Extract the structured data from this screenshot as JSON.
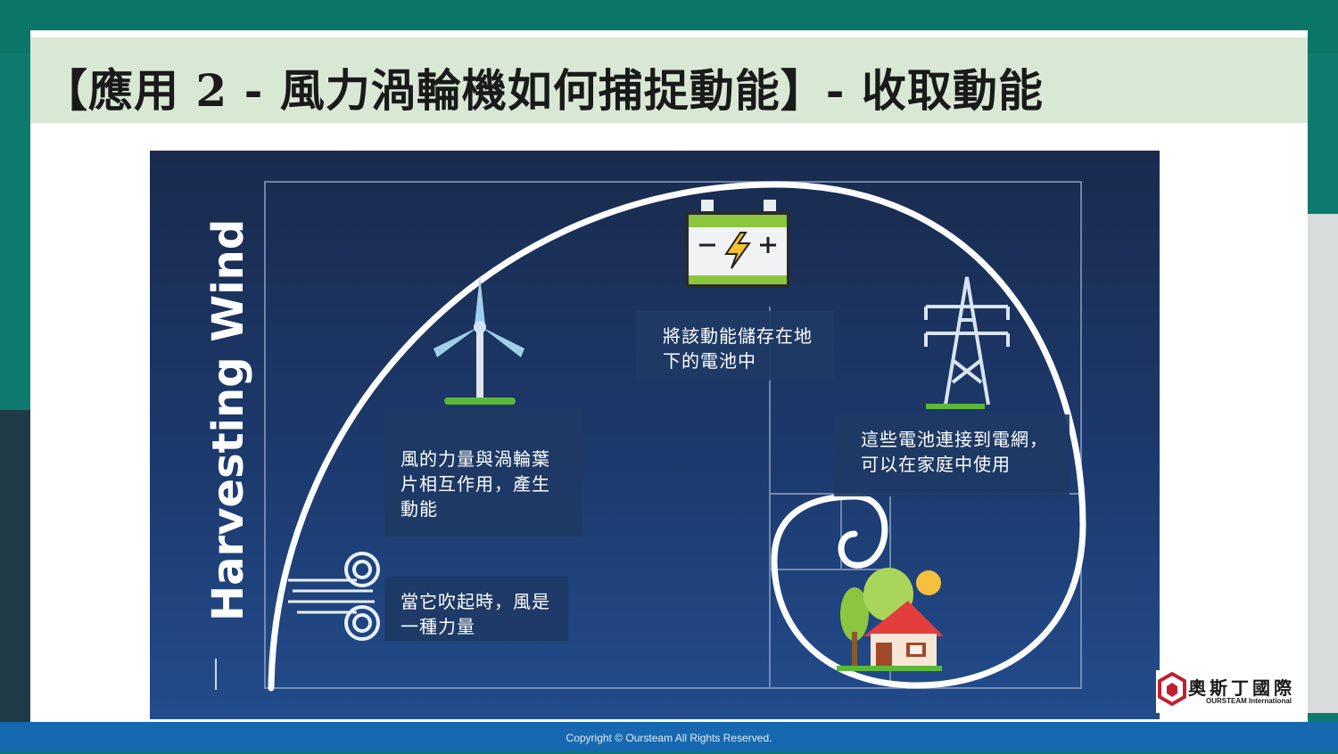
{
  "slide": {
    "title": "【應用 2 - 風力渦輪機如何捕捉動能】- 收取動能"
  },
  "panel": {
    "vertical_title": "Harvesting Wind",
    "boxes": {
      "wind": "當它吹起時，風是一種力量",
      "turbine": "風的力量與渦輪葉片相互作用，產生動能",
      "battery": "將該動能儲存在地下的電池中",
      "grid": "這些電池連接到電網，可以在家庭中使用"
    },
    "icons": [
      "wind-swirl-icon",
      "wind-turbine-icon",
      "battery-icon",
      "power-tower-icon",
      "house-icon"
    ]
  },
  "logo": {
    "name": "奧斯丁國際",
    "sub": "OURSTEAM International"
  },
  "footer": {
    "copyright": "Copyright © Oursteam All Rights Reserved."
  },
  "colors": {
    "teal_background": "#0e7a6e",
    "title_bar": "#d9e8d5",
    "footer_blue": "#1669b0",
    "panel_navy": "#1c3a6e",
    "battery_green": "#8cc63f",
    "logo_red": "#c0202e"
  }
}
